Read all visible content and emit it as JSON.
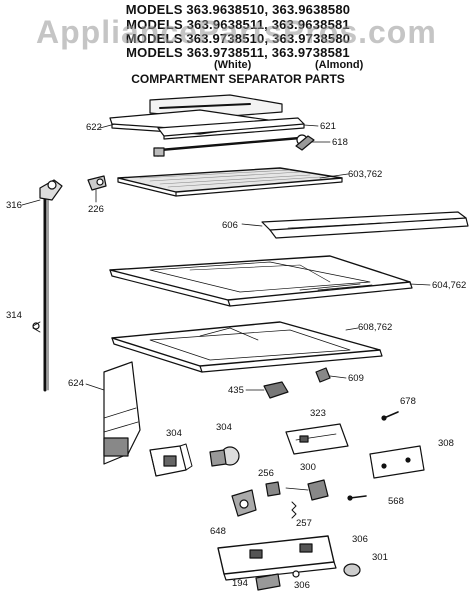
{
  "header": {
    "models_line1": "MODELS 363.9638510, 363.9638580",
    "models_line2": "MODELS 363.9638511, 363.9638581",
    "models_line3": "MODELS 363.9738510, 363.9738580",
    "models_line4": "MODELS 363.9738511, 363.9738581",
    "white_label": "(White)",
    "almond_label": "(Almond)",
    "title": "COMPARTMENT SEPARATOR PARTS"
  },
  "watermark": "AppliancePartsPros.com",
  "part_labels": {
    "p622": "622",
    "p621": "621",
    "p618": "618",
    "p603": "603,762",
    "p316": "316",
    "p226": "226",
    "p606": "606",
    "p604": "604,762",
    "p314": "314",
    "p608": "608,762",
    "p624": "624",
    "p435": "435",
    "p609": "609",
    "p678": "678",
    "p304a": "304",
    "p304b": "304",
    "p323": "323",
    "p308": "308",
    "p256": "256",
    "p300": "300",
    "p568": "568",
    "p648": "648",
    "p257": "257",
    "p306a": "306",
    "p301": "301",
    "p194": "194",
    "p306b": "306"
  }
}
